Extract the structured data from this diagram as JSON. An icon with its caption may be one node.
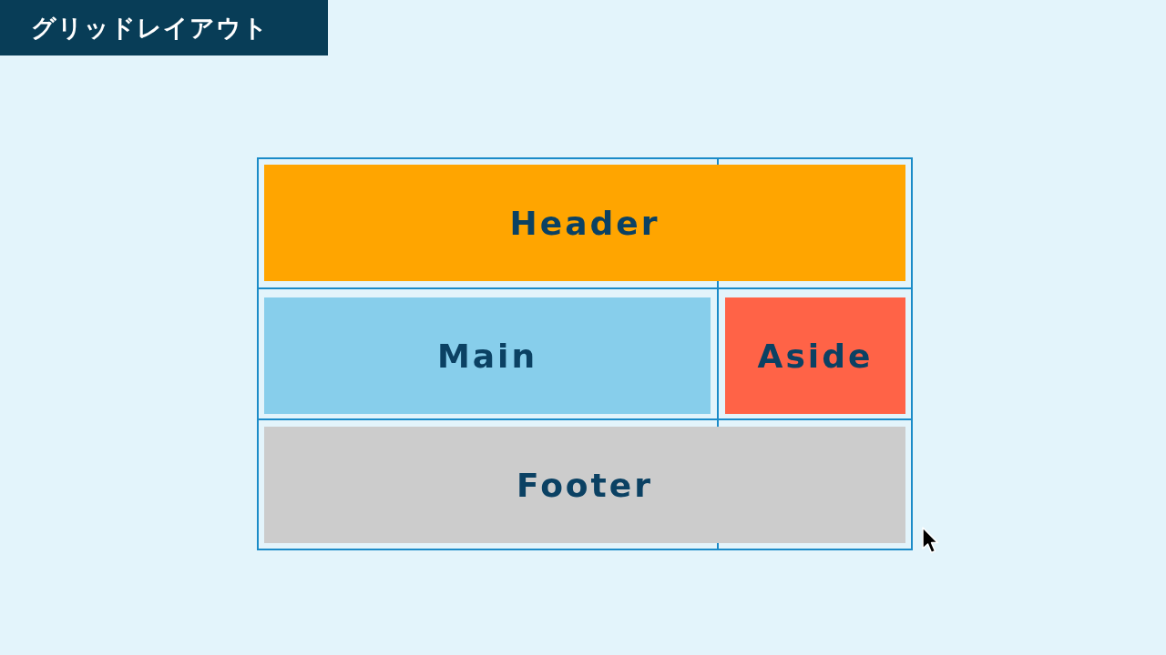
{
  "diagram": {
    "title": "グリッドレイアウト",
    "nodes": [
      {
        "text": [],
        "shape": "box"
      },
      {
        "text": [
          "Header"
        ],
        "in": 0
      },
      {
        "text": [
          "Main"
        ],
        "in": 0
      },
      {
        "text": [
          "Aside"
        ],
        "in": 0
      },
      {
        "text": [
          "Footer"
        ],
        "in": 0
      }
    ]
  }
}
